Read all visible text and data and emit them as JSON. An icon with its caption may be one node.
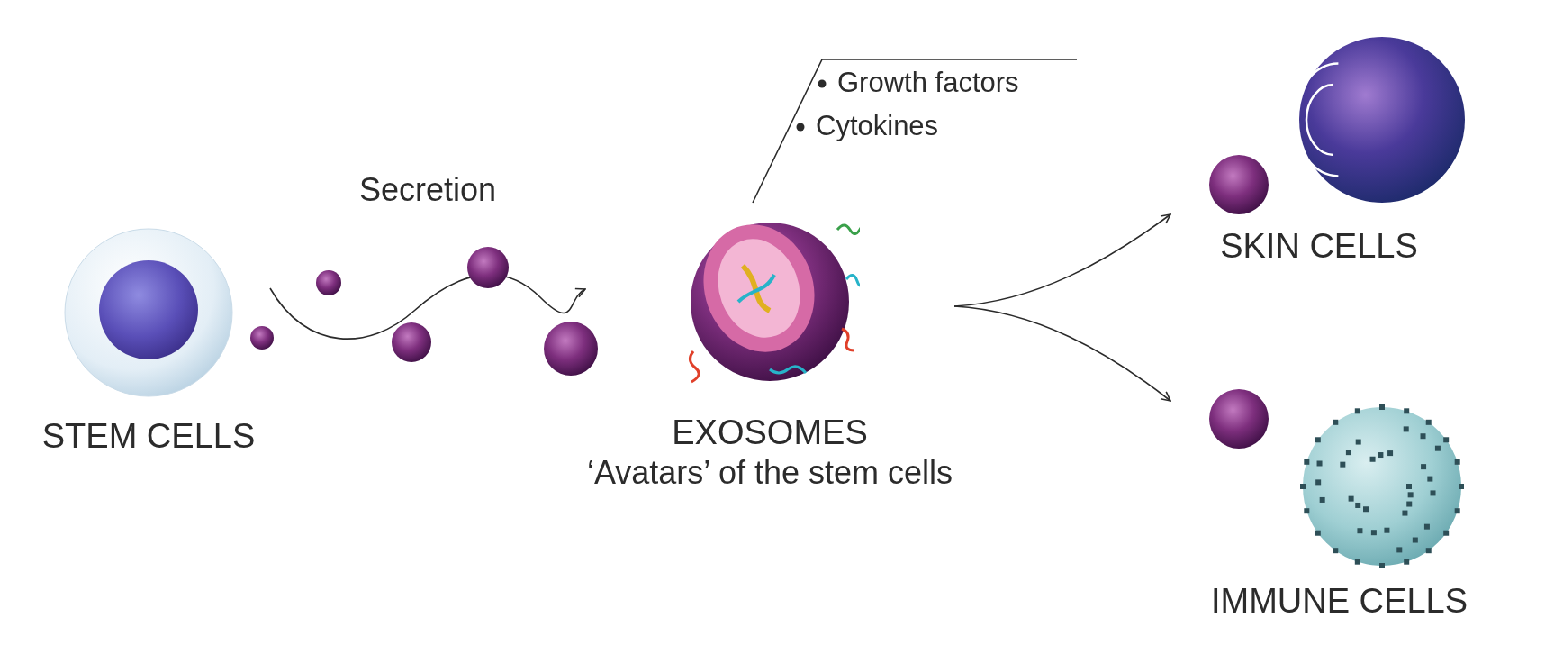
{
  "diagram": {
    "nodes": [
      {
        "text": [
          "STEM CELLS"
        ]
      },
      {
        "text": [
          "EXOSOMES",
          "‘Avatars’ of the stem cells"
        ]
      },
      {
        "text": [
          "SKIN CELLS"
        ]
      },
      {
        "text": [
          "IMMUNE CELLS"
        ]
      },
      {
        "text": [
          "Growth factors",
          "Cytokines"
        ]
      }
    ],
    "edges": [
      {
        "from": 0,
        "to": 1,
        "arrow": "to",
        "label": "Secretion"
      },
      {
        "from": 4,
        "to": 1,
        "arrow": "none"
      },
      {
        "from": 1,
        "to": 2,
        "arrow": "to"
      },
      {
        "from": 1,
        "to": 3,
        "arrow": "to"
      }
    ]
  }
}
